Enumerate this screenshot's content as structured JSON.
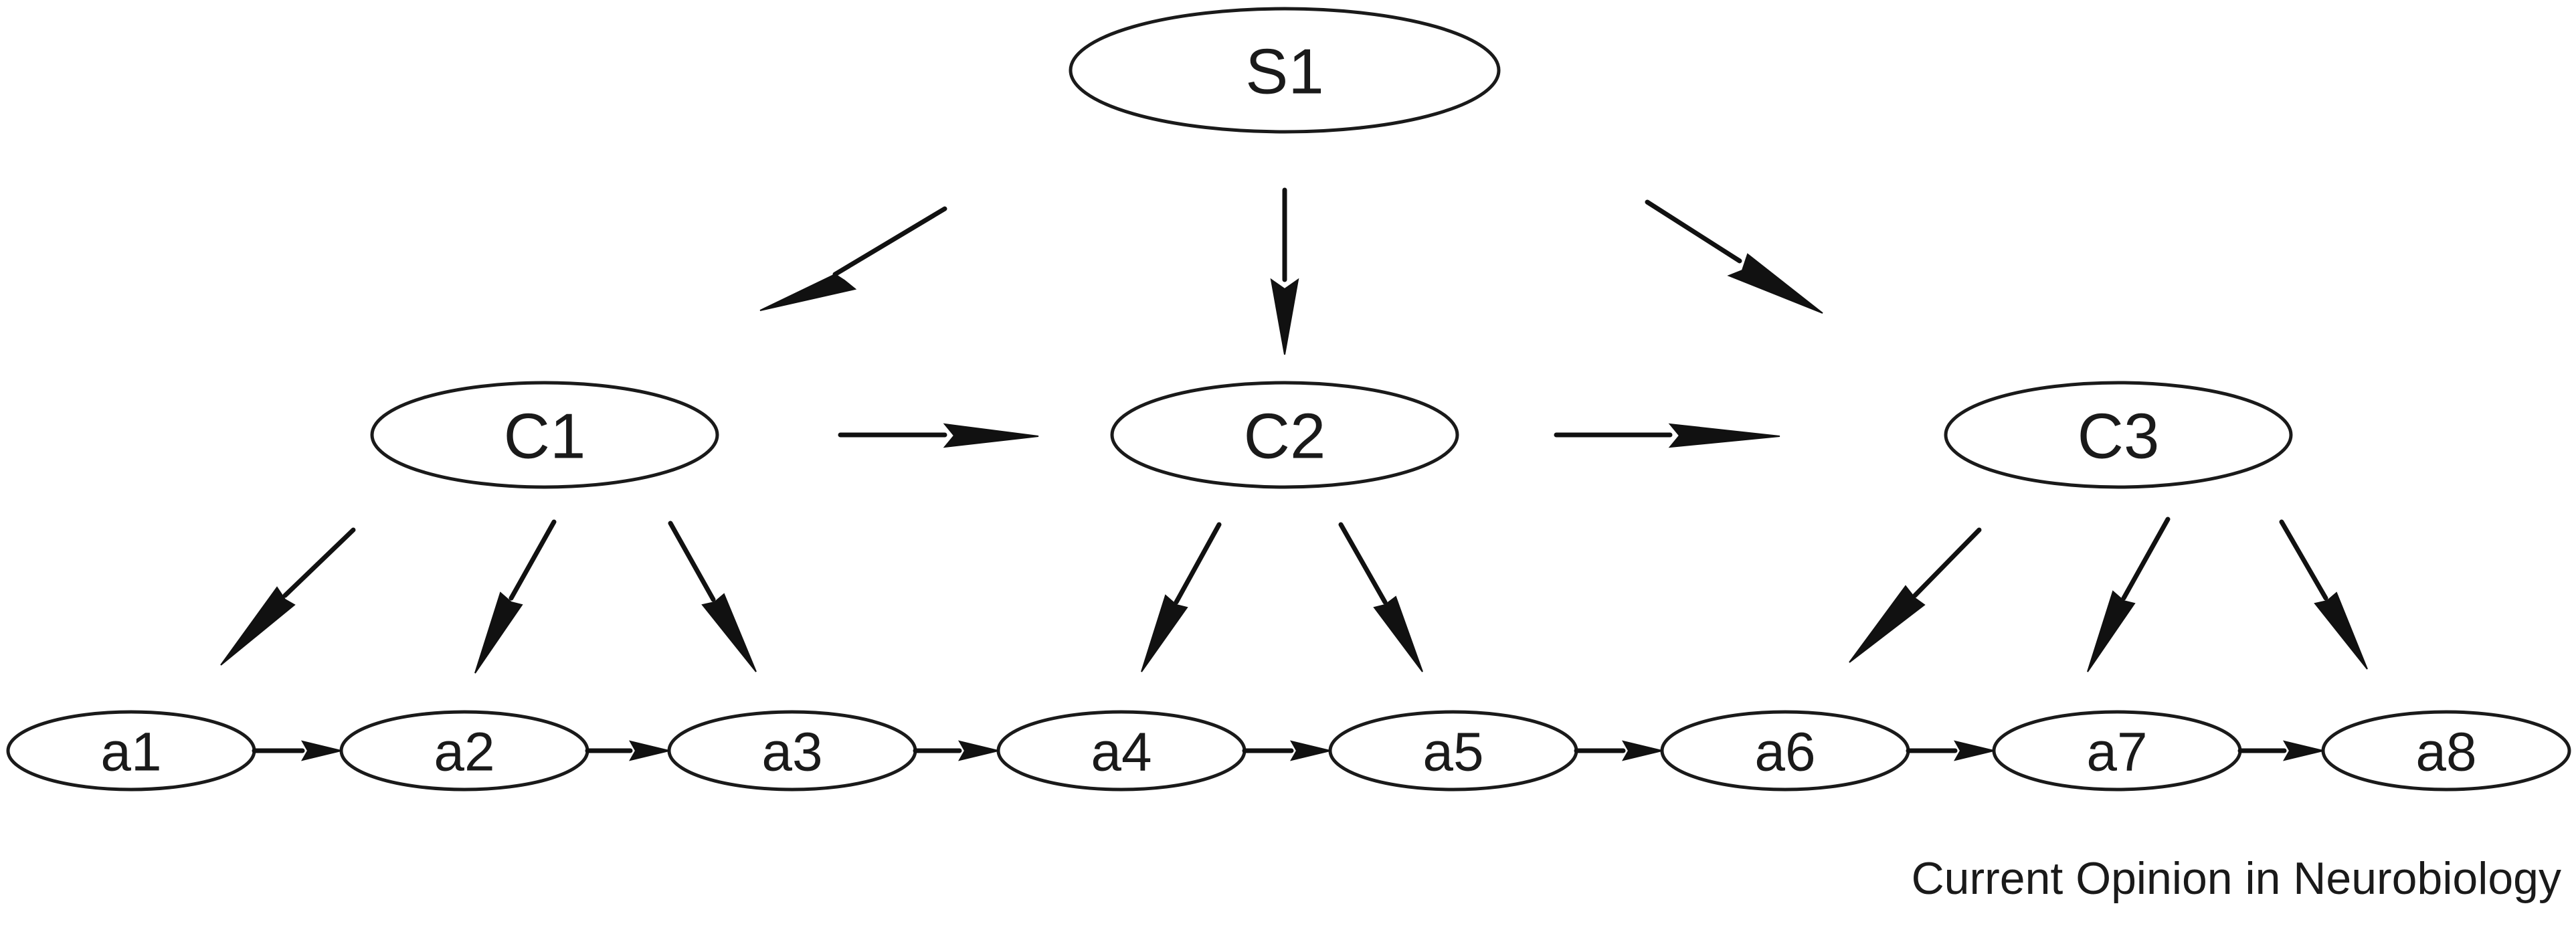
{
  "nodes": {
    "s1": "S1",
    "c1": "C1",
    "c2": "C2",
    "c3": "C3",
    "a1": "a1",
    "a2": "a2",
    "a3": "a3",
    "a4": "a4",
    "a5": "a5",
    "a6": "a6",
    "a7": "a7",
    "a8": "a8"
  },
  "source": "Current Opinion in Neurobiology",
  "colors": {
    "stroke": "#1a1a1a",
    "background": "#ffffff"
  }
}
